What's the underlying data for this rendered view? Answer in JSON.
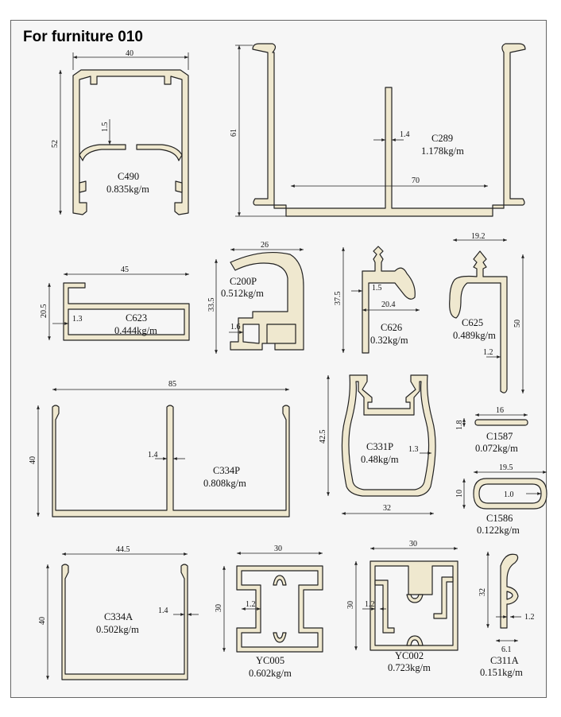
{
  "title": "For furniture 010",
  "colors": {
    "profile_fill": "#efe8cf",
    "outline": "#222222",
    "frame_border": "#666666",
    "background": "#f6f6f6"
  },
  "profiles": [
    {
      "code": "C490",
      "weight": "0.835kg/m",
      "dims": [
        "40",
        "52",
        "1.5"
      ]
    },
    {
      "code": "C289",
      "weight": "1.178kg/m",
      "dims": [
        "61",
        "1.4",
        "70"
      ]
    },
    {
      "code": "C623",
      "weight": "0.444kg/m",
      "dims": [
        "45",
        "20.5",
        "1.3"
      ]
    },
    {
      "code": "C200P",
      "weight": "0.512kg/m",
      "dims": [
        "26",
        "33.5",
        "1.6"
      ]
    },
    {
      "code": "C626",
      "weight": "0.32kg/m",
      "dims": [
        "37.5",
        "1.5",
        "20.4"
      ]
    },
    {
      "code": "C625",
      "weight": "0.489kg/m",
      "dims": [
        "19.2",
        "50",
        "1.2"
      ]
    },
    {
      "code": "C334P",
      "weight": "0.808kg/m",
      "dims": [
        "85",
        "40",
        "1.4"
      ]
    },
    {
      "code": "C331P",
      "weight": "0.48kg/m",
      "dims": [
        "42.5",
        "1.3",
        "32"
      ]
    },
    {
      "code": "C1587",
      "weight": "0.072kg/m",
      "dims": [
        "16",
        "1.8"
      ]
    },
    {
      "code": "C1586",
      "weight": "0.122kg/m",
      "dims": [
        "19.5",
        "10",
        "1.0"
      ]
    },
    {
      "code": "C334A",
      "weight": "0.502kg/m",
      "dims": [
        "44.5",
        "40",
        "1.4"
      ]
    },
    {
      "code": "YC005",
      "weight": "0.602kg/m",
      "dims": [
        "30",
        "30",
        "1.2"
      ]
    },
    {
      "code": "YC002",
      "weight": "0.723kg/m",
      "dims": [
        "30",
        "30",
        "1.2"
      ]
    },
    {
      "code": "C311A",
      "weight": "0.151kg/m",
      "dims": [
        "32",
        "1.2",
        "6.1"
      ]
    }
  ]
}
